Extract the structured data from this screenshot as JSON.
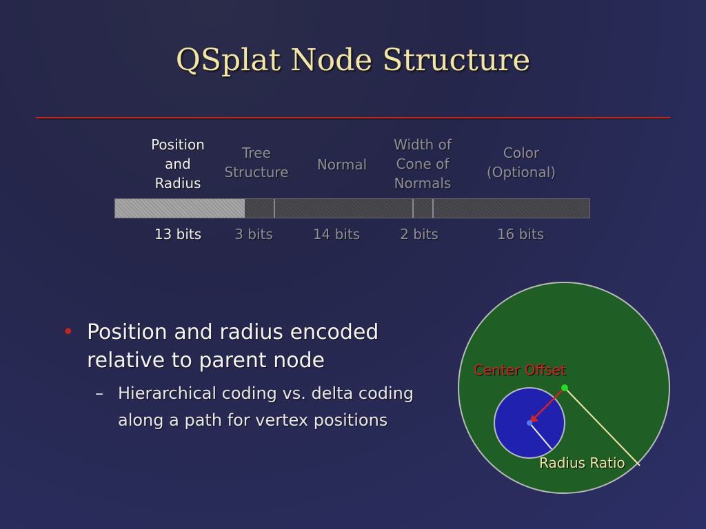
{
  "title": "QSplat Node Structure",
  "fields": [
    {
      "label": [
        "Position",
        "and",
        "Radius"
      ],
      "bits": "13 bits",
      "active": true
    },
    {
      "label": [
        "Tree",
        "Structure"
      ],
      "bits": "3 bits",
      "active": false
    },
    {
      "label": [
        "Normal"
      ],
      "bits": "14 bits",
      "active": false
    },
    {
      "label": [
        "Width of",
        "Cone of",
        "Normals"
      ],
      "bits": "2 bits",
      "active": false
    },
    {
      "label": [
        "Color",
        "(Optional)"
      ],
      "bits": "16 bits",
      "active": false
    }
  ],
  "bullet": {
    "main": "Position and radius encoded relative to parent node",
    "sub": "Hierarchical coding vs. delta coding along a path for vertex positions",
    "dash": "–"
  },
  "diagram": {
    "center_offset_label": "Center Offset",
    "radius_ratio_label": "Radius Ratio"
  },
  "colors": {
    "title": "#f2e5a6",
    "rule": "#c2261f",
    "outer_circle": "#1f5e24",
    "inner_circle": "#2121b0",
    "center_offset": "#d4231f",
    "center_point": "#22dd22"
  }
}
